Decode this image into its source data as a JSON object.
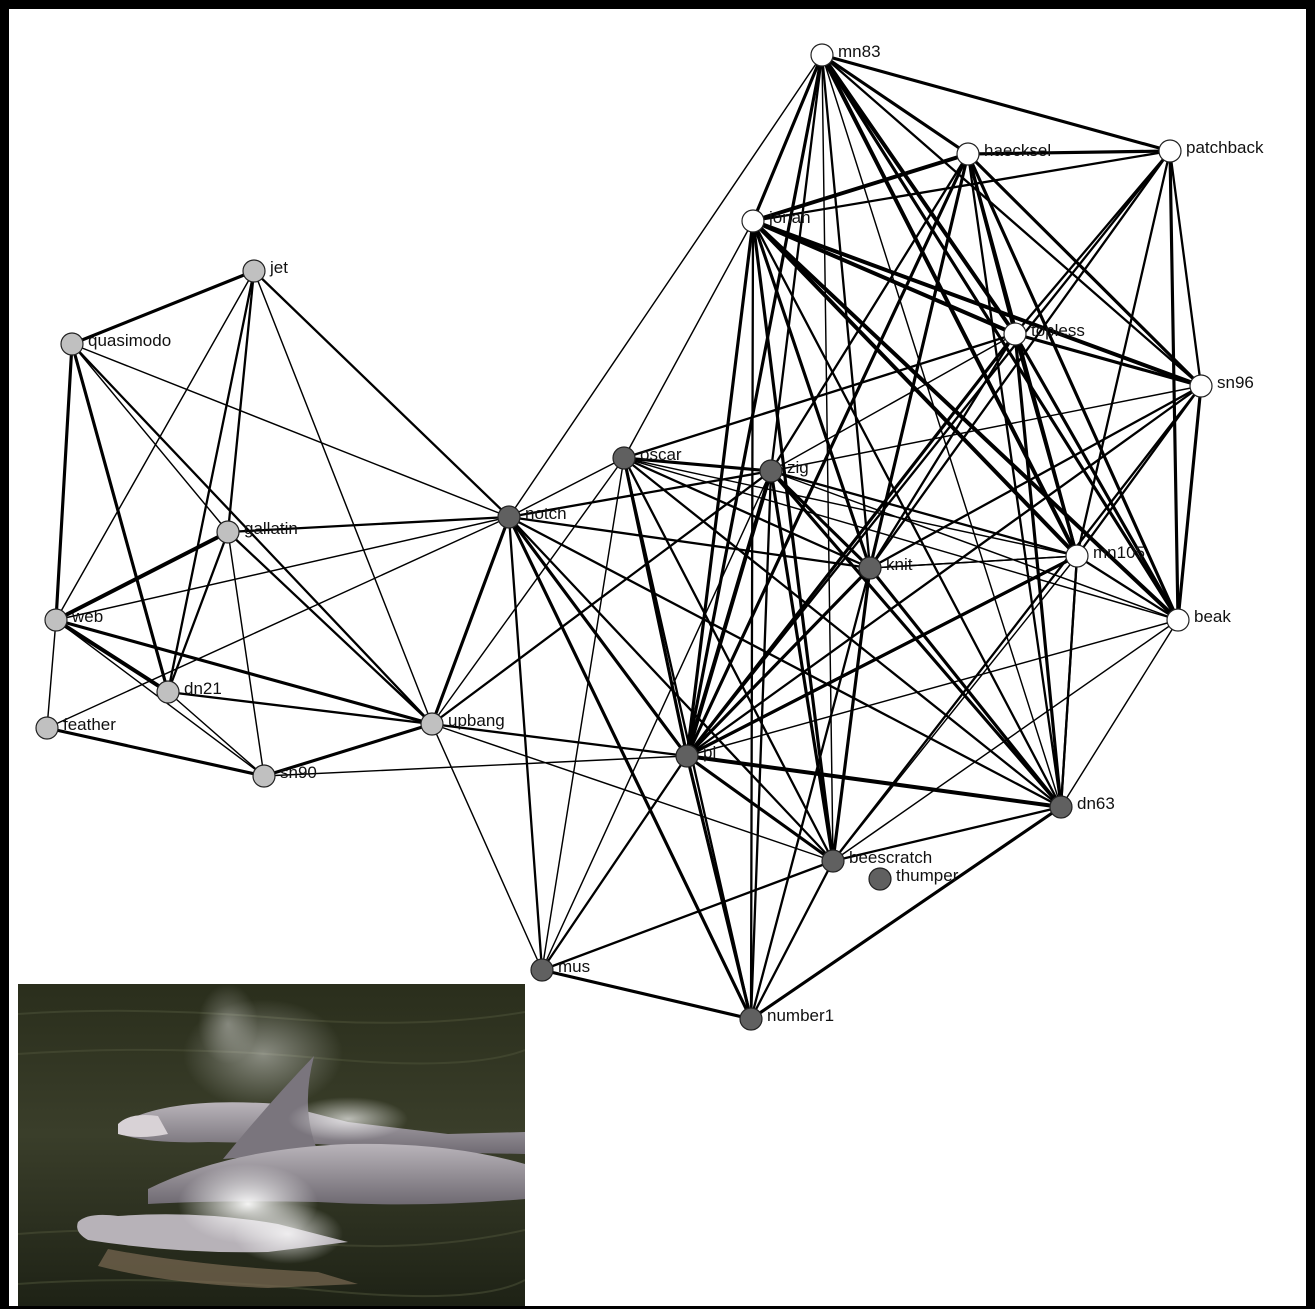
{
  "network": {
    "colors": {
      "edge": "#000000",
      "node_stroke": "#222222"
    },
    "groups": {
      "white": {
        "fill": "#ffffff"
      },
      "light": {
        "fill": "#c0c0c0"
      },
      "dark": {
        "fill": "#606060"
      }
    },
    "nodes": [
      {
        "id": "mn83",
        "label": "mn83",
        "group": "white"
      },
      {
        "id": "haecksel",
        "label": "haecksel",
        "group": "white"
      },
      {
        "id": "patchback",
        "label": "patchback",
        "group": "white"
      },
      {
        "id": "jonah",
        "label": "jonah",
        "group": "white"
      },
      {
        "id": "topless",
        "label": "topless",
        "group": "white"
      },
      {
        "id": "sn96",
        "label": "sn96",
        "group": "white"
      },
      {
        "id": "mn105",
        "label": "mn105",
        "group": "white"
      },
      {
        "id": "beak",
        "label": "beak",
        "group": "white"
      },
      {
        "id": "jet",
        "label": "jet",
        "group": "light"
      },
      {
        "id": "quasimodo",
        "label": "quasimodo",
        "group": "light"
      },
      {
        "id": "gallatin",
        "label": "gallatin",
        "group": "light"
      },
      {
        "id": "web",
        "label": "web",
        "group": "light"
      },
      {
        "id": "dn21",
        "label": "dn21",
        "group": "light"
      },
      {
        "id": "feather",
        "label": "feather",
        "group": "light"
      },
      {
        "id": "sn90",
        "label": "sn90",
        "group": "light"
      },
      {
        "id": "upbang",
        "label": "upbang",
        "group": "light"
      },
      {
        "id": "oscar",
        "label": "oscar",
        "group": "dark"
      },
      {
        "id": "zig",
        "label": "zig",
        "group": "dark"
      },
      {
        "id": "notch",
        "label": "notch",
        "group": "dark"
      },
      {
        "id": "knit",
        "label": "knit",
        "group": "dark"
      },
      {
        "id": "pl",
        "label": "pl",
        "group": "dark"
      },
      {
        "id": "dn63",
        "label": "dn63",
        "group": "dark"
      },
      {
        "id": "beescratch",
        "label": "beescratch",
        "group": "dark"
      },
      {
        "id": "thumper",
        "label": "thumper",
        "group": "dark"
      },
      {
        "id": "mus",
        "label": "mus",
        "group": "dark"
      },
      {
        "id": "number1",
        "label": "number1",
        "group": "dark"
      }
    ],
    "edges": [
      {
        "source": "mn83",
        "target": "haecksel",
        "weight": 3
      },
      {
        "source": "mn83",
        "target": "patchback",
        "weight": 3
      },
      {
        "source": "mn83",
        "target": "jonah",
        "weight": 3
      },
      {
        "source": "mn83",
        "target": "topless",
        "weight": 4
      },
      {
        "source": "mn83",
        "target": "sn96",
        "weight": 2
      },
      {
        "source": "mn83",
        "target": "mn105",
        "weight": 4
      },
      {
        "source": "mn83",
        "target": "beak",
        "weight": 3
      },
      {
        "source": "mn83",
        "target": "pl",
        "weight": 3
      },
      {
        "source": "mn83",
        "target": "knit",
        "weight": 2
      },
      {
        "source": "mn83",
        "target": "zig",
        "weight": 2
      },
      {
        "source": "mn83",
        "target": "notch",
        "weight": 1
      },
      {
        "source": "mn83",
        "target": "dn63",
        "weight": 1
      },
      {
        "source": "mn83",
        "target": "beescratch",
        "weight": 1
      },
      {
        "source": "haecksel",
        "target": "patchback",
        "weight": 3
      },
      {
        "source": "haecksel",
        "target": "jonah",
        "weight": 4
      },
      {
        "source": "haecksel",
        "target": "topless",
        "weight": 3
      },
      {
        "source": "haecksel",
        "target": "sn96",
        "weight": 3
      },
      {
        "source": "haecksel",
        "target": "mn105",
        "weight": 3
      },
      {
        "source": "haecksel",
        "target": "beak",
        "weight": 3
      },
      {
        "source": "haecksel",
        "target": "pl",
        "weight": 3
      },
      {
        "source": "haecksel",
        "target": "knit",
        "weight": 3
      },
      {
        "source": "haecksel",
        "target": "zig",
        "weight": 2
      },
      {
        "source": "haecksel",
        "target": "dn63",
        "weight": 2
      },
      {
        "source": "patchback",
        "target": "jonah",
        "weight": 2
      },
      {
        "source": "patchback",
        "target": "topless",
        "weight": 2
      },
      {
        "source": "patchback",
        "target": "sn96",
        "weight": 2
      },
      {
        "source": "patchback",
        "target": "mn105",
        "weight": 2
      },
      {
        "source": "patchback",
        "target": "beak",
        "weight": 3
      },
      {
        "source": "patchback",
        "target": "knit",
        "weight": 2
      },
      {
        "source": "patchback",
        "target": "pl",
        "weight": 2
      },
      {
        "source": "jonah",
        "target": "topless",
        "weight": 4
      },
      {
        "source": "jonah",
        "target": "sn96",
        "weight": 4
      },
      {
        "source": "jonah",
        "target": "mn105",
        "weight": 4
      },
      {
        "source": "jonah",
        "target": "beak",
        "weight": 4
      },
      {
        "source": "jonah",
        "target": "pl",
        "weight": 3
      },
      {
        "source": "jonah",
        "target": "knit",
        "weight": 3
      },
      {
        "source": "jonah",
        "target": "beescratch",
        "weight": 3
      },
      {
        "source": "jonah",
        "target": "dn63",
        "weight": 2
      },
      {
        "source": "jonah",
        "target": "number1",
        "weight": 2
      },
      {
        "source": "jonah",
        "target": "oscar",
        "weight": 1
      },
      {
        "source": "topless",
        "target": "sn96",
        "weight": 3
      },
      {
        "source": "topless",
        "target": "mn105",
        "weight": 3
      },
      {
        "source": "topless",
        "target": "beak",
        "weight": 3
      },
      {
        "source": "topless",
        "target": "pl",
        "weight": 3
      },
      {
        "source": "topless",
        "target": "knit",
        "weight": 2
      },
      {
        "source": "topless",
        "target": "dn63",
        "weight": 3
      },
      {
        "source": "topless",
        "target": "oscar",
        "weight": 2
      },
      {
        "source": "topless",
        "target": "zig",
        "weight": 1
      },
      {
        "source": "sn96",
        "target": "beak",
        "weight": 3
      },
      {
        "source": "sn96",
        "target": "mn105",
        "weight": 2
      },
      {
        "source": "sn96",
        "target": "pl",
        "weight": 2
      },
      {
        "source": "sn96",
        "target": "knit",
        "weight": 2
      },
      {
        "source": "sn96",
        "target": "beescratch",
        "weight": 2
      },
      {
        "source": "sn96",
        "target": "zig",
        "weight": 1
      },
      {
        "source": "mn105",
        "target": "beak",
        "weight": 2
      },
      {
        "source": "mn105",
        "target": "dn63",
        "weight": 2
      },
      {
        "source": "mn105",
        "target": "pl",
        "weight": 3
      },
      {
        "source": "mn105",
        "target": "zig",
        "weight": 2
      },
      {
        "source": "mn105",
        "target": "knit",
        "weight": 1
      },
      {
        "source": "mn105",
        "target": "beescratch",
        "weight": 1
      },
      {
        "source": "beak",
        "target": "pl",
        "weight": 1
      },
      {
        "source": "beak",
        "target": "oscar",
        "weight": 1
      },
      {
        "source": "beak",
        "target": "beescratch",
        "weight": 1
      },
      {
        "source": "beak",
        "target": "zig",
        "weight": 1
      },
      {
        "source": "beak",
        "target": "dn63",
        "weight": 1
      },
      {
        "source": "jet",
        "target": "quasimodo",
        "weight": 3
      },
      {
        "source": "jet",
        "target": "notch",
        "weight": 2
      },
      {
        "source": "jet",
        "target": "dn21",
        "weight": 2
      },
      {
        "source": "jet",
        "target": "gallatin",
        "weight": 2
      },
      {
        "source": "jet",
        "target": "web",
        "weight": 1
      },
      {
        "source": "jet",
        "target": "upbang",
        "weight": 1
      },
      {
        "source": "quasimodo",
        "target": "web",
        "weight": 3
      },
      {
        "source": "quasimodo",
        "target": "dn21",
        "weight": 3
      },
      {
        "source": "quasimodo",
        "target": "upbang",
        "weight": 2
      },
      {
        "source": "quasimodo",
        "target": "notch",
        "weight": 1
      },
      {
        "source": "quasimodo",
        "target": "gallatin",
        "weight": 1
      },
      {
        "source": "gallatin",
        "target": "web",
        "weight": 4
      },
      {
        "source": "gallatin",
        "target": "dn21",
        "weight": 2
      },
      {
        "source": "gallatin",
        "target": "notch",
        "weight": 2
      },
      {
        "source": "gallatin",
        "target": "upbang",
        "weight": 2
      },
      {
        "source": "gallatin",
        "target": "sn90",
        "weight": 1
      },
      {
        "source": "web",
        "target": "dn21",
        "weight": 4
      },
      {
        "source": "web",
        "target": "feather",
        "weight": 1
      },
      {
        "source": "web",
        "target": "upbang",
        "weight": 3
      },
      {
        "source": "web",
        "target": "notch",
        "weight": 1
      },
      {
        "source": "web",
        "target": "sn90",
        "weight": 1
      },
      {
        "source": "dn21",
        "target": "upbang",
        "weight": 2
      },
      {
        "source": "dn21",
        "target": "sn90",
        "weight": 1
      },
      {
        "source": "feather",
        "target": "sn90",
        "weight": 3
      },
      {
        "source": "feather",
        "target": "notch",
        "weight": 1
      },
      {
        "source": "sn90",
        "target": "upbang",
        "weight": 3
      },
      {
        "source": "sn90",
        "target": "pl",
        "weight": 1
      },
      {
        "source": "upbang",
        "target": "notch",
        "weight": 3
      },
      {
        "source": "upbang",
        "target": "oscar",
        "weight": 1
      },
      {
        "source": "upbang",
        "target": "zig",
        "weight": 2
      },
      {
        "source": "upbang",
        "target": "pl",
        "weight": 2
      },
      {
        "source": "upbang",
        "target": "beescratch",
        "weight": 1
      },
      {
        "source": "upbang",
        "target": "mus",
        "weight": 1
      },
      {
        "source": "oscar",
        "target": "zig",
        "weight": 3
      },
      {
        "source": "oscar",
        "target": "notch",
        "weight": 1
      },
      {
        "source": "oscar",
        "target": "pl",
        "weight": 3
      },
      {
        "source": "oscar",
        "target": "knit",
        "weight": 2
      },
      {
        "source": "oscar",
        "target": "beescratch",
        "weight": 2
      },
      {
        "source": "oscar",
        "target": "dn63",
        "weight": 2
      },
      {
        "source": "oscar",
        "target": "number1",
        "weight": 2
      },
      {
        "source": "oscar",
        "target": "mn105",
        "weight": 1
      },
      {
        "source": "oscar",
        "target": "mus",
        "weight": 1
      },
      {
        "source": "zig",
        "target": "notch",
        "weight": 2
      },
      {
        "source": "zig",
        "target": "knit",
        "weight": 3
      },
      {
        "source": "zig",
        "target": "pl",
        "weight": 4
      },
      {
        "source": "zig",
        "target": "beescratch",
        "weight": 3
      },
      {
        "source": "zig",
        "target": "dn63",
        "weight": 3
      },
      {
        "source": "zig",
        "target": "number1",
        "weight": 2
      },
      {
        "source": "zig",
        "target": "mus",
        "weight": 1
      },
      {
        "source": "notch",
        "target": "knit",
        "weight": 2
      },
      {
        "source": "notch",
        "target": "pl",
        "weight": 3
      },
      {
        "source": "notch",
        "target": "beescratch",
        "weight": 2
      },
      {
        "source": "notch",
        "target": "dn63",
        "weight": 2
      },
      {
        "source": "notch",
        "target": "number1",
        "weight": 3
      },
      {
        "source": "notch",
        "target": "mus",
        "weight": 2
      },
      {
        "source": "knit",
        "target": "pl",
        "weight": 3
      },
      {
        "source": "knit",
        "target": "beescratch",
        "weight": 3
      },
      {
        "source": "knit",
        "target": "dn63",
        "weight": 3
      },
      {
        "source": "knit",
        "target": "number1",
        "weight": 2
      },
      {
        "source": "knit",
        "target": "mn105",
        "weight": 1
      },
      {
        "source": "pl",
        "target": "dn63",
        "weight": 4
      },
      {
        "source": "pl",
        "target": "beescratch",
        "weight": 3
      },
      {
        "source": "pl",
        "target": "number1",
        "weight": 3
      },
      {
        "source": "pl",
        "target": "mus",
        "weight": 2
      },
      {
        "source": "pl",
        "target": "mn105",
        "weight": 3
      },
      {
        "source": "dn63",
        "target": "beescratch",
        "weight": 2
      },
      {
        "source": "dn63",
        "target": "number1",
        "weight": 3
      },
      {
        "source": "dn63",
        "target": "mn105",
        "weight": 2
      },
      {
        "source": "beescratch",
        "target": "number1",
        "weight": 2
      },
      {
        "source": "beescratch",
        "target": "mus",
        "weight": 2
      },
      {
        "source": "mus",
        "target": "number1",
        "weight": 3
      },
      {
        "source": "number1",
        "target": "dn63",
        "weight": 2
      }
    ]
  },
  "photo": {
    "subject": "dolphins-surfacing-photo"
  }
}
